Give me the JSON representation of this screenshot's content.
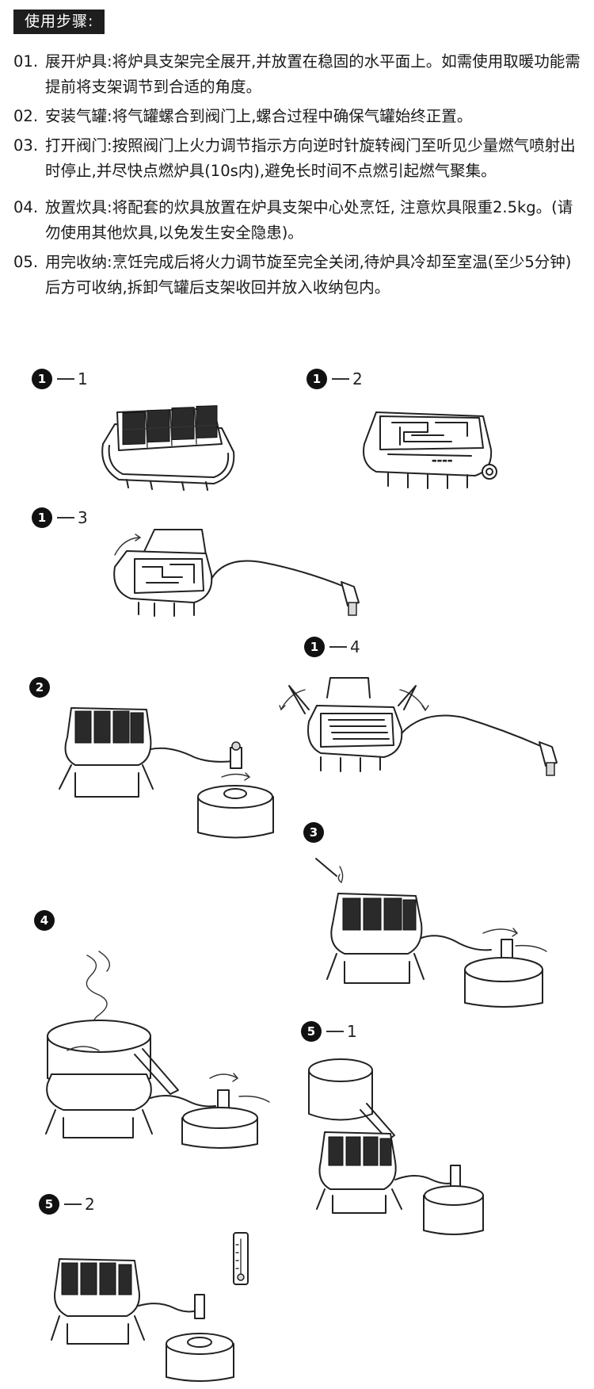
{
  "header": {
    "title": "使用步骤:"
  },
  "steps": [
    {
      "num": "01.",
      "text": "展开炉具:将炉具支架完全展开,并放置在稳固的水平面上。如需使用取暖功能需提前将支架调节到合适的角度。"
    },
    {
      "num": "02.",
      "text": "安装气罐:将气罐螺合到阀门上,螺合过程中确保气罐始终正置。"
    },
    {
      "num": "03.",
      "text": "打开阀门:按照阀门上火力调节指示方向逆时针旋转阀门至听见少量燃气喷射出时停止,并尽快点燃炉具(10s内),避免长时间不点燃引起燃气聚集。"
    },
    {
      "num": "04.",
      "text": "放置炊具:将配套的炊具放置在炉具支架中心处烹饪, 注意炊具限重2.5kg。(请勿使用其他炊具,以免发生安全隐患)。"
    },
    {
      "num": "05.",
      "text": "用完收纳:烹饪完成后将火力调节旋至完全关闭,待炉具冷却至室温(至少5分钟)后方可收纳,拆卸气罐后支架收回并放入收纳包内。"
    }
  ],
  "figures": {
    "f1_1": {
      "badge": "1",
      "sub": "1"
    },
    "f1_2": {
      "badge": "1",
      "sub": "2"
    },
    "f1_3": {
      "badge": "1",
      "sub": "3"
    },
    "f1_4": {
      "badge": "1",
      "sub": "4"
    },
    "f2": {
      "badge": "2"
    },
    "f3": {
      "badge": "3"
    },
    "f4": {
      "badge": "4"
    },
    "f5_1": {
      "badge": "5",
      "sub": "1"
    },
    "f5_2": {
      "badge": "5",
      "sub": "2"
    }
  }
}
